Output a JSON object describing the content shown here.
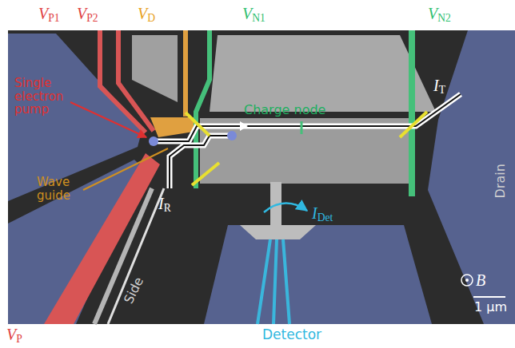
{
  "diagram": {
    "labels": [
      "VP1",
      "VP2",
      "VD",
      "VN1",
      "VN2",
      "Single electron pump",
      "Wave guide",
      "Charge node",
      "IT",
      "IR",
      "Drain",
      "IDet",
      "B",
      "1 µm",
      "Side",
      "VP",
      "Detector"
    ]
  }
}
